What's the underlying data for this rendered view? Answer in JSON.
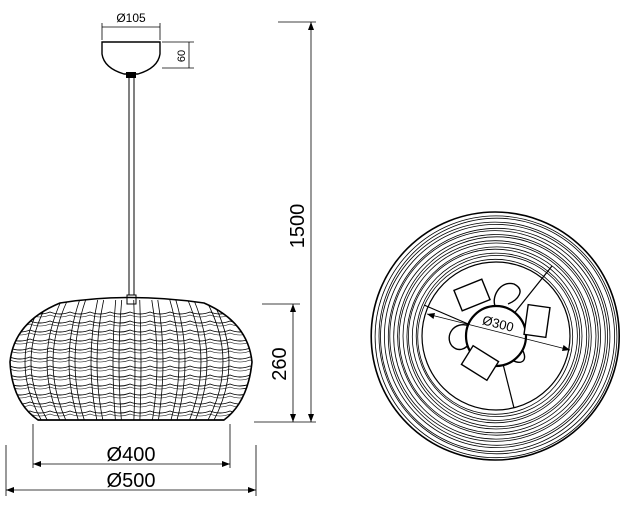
{
  "drawing": {
    "labels": {
      "canopy_diameter": "Ø105",
      "canopy_height": "60",
      "total_height": "1500",
      "shade_height": "260",
      "inner_diameter": "Ø400",
      "outer_diameter": "Ø500",
      "bottom_view_diameter": "Ø300"
    }
  }
}
